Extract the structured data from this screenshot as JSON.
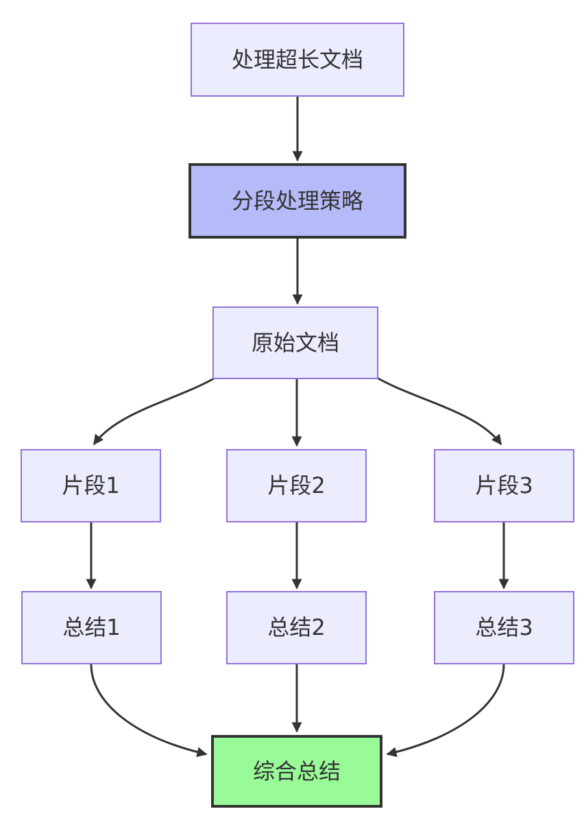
{
  "diagram": {
    "type": "flowchart",
    "direction": "top-down",
    "colors": {
      "background": "#ffffff",
      "node_fill": "#ECECFF",
      "node_border": "#9370DB",
      "highlight_fill": "#B7BAF8",
      "highlight_border": "#333333",
      "final_fill": "#98FB98",
      "final_border": "#333333",
      "edge_color": "#333333",
      "text_color": "#333333"
    },
    "nodes": {
      "doc": {
        "label": "处理超长文档",
        "style": "default"
      },
      "strategy": {
        "label": "分段处理策略",
        "style": "highlight"
      },
      "original": {
        "label": "原始文档",
        "style": "default"
      },
      "frag1": {
        "label": "片段1",
        "style": "default"
      },
      "frag2": {
        "label": "片段2",
        "style": "default"
      },
      "frag3": {
        "label": "片段3",
        "style": "default"
      },
      "sum1": {
        "label": "总结1",
        "style": "default"
      },
      "sum2": {
        "label": "总结2",
        "style": "default"
      },
      "sum3": {
        "label": "总结3",
        "style": "default"
      },
      "final": {
        "label": "综合总结",
        "style": "final"
      }
    },
    "edges": [
      {
        "from": "doc",
        "to": "strategy",
        "arrow": true
      },
      {
        "from": "strategy",
        "to": "original",
        "arrow": true
      },
      {
        "from": "original",
        "to": "frag1",
        "arrow": true
      },
      {
        "from": "original",
        "to": "frag2",
        "arrow": true
      },
      {
        "from": "original",
        "to": "frag3",
        "arrow": true
      },
      {
        "from": "frag1",
        "to": "sum1",
        "arrow": true
      },
      {
        "from": "frag2",
        "to": "sum2",
        "arrow": true
      },
      {
        "from": "frag3",
        "to": "sum3",
        "arrow": true
      },
      {
        "from": "sum1",
        "to": "final",
        "arrow": true
      },
      {
        "from": "sum2",
        "to": "final",
        "arrow": true
      },
      {
        "from": "sum3",
        "to": "final",
        "arrow": true
      }
    ]
  }
}
